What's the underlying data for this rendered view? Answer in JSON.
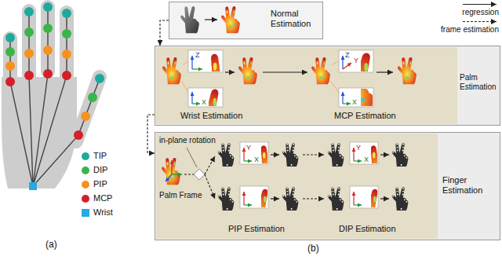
{
  "diagram": {
    "nodes": [
      {
        "text": [
          "Normal Estimation"
        ]
      },
      {
        "text": [
          "Palm Estimation"
        ]
      },
      {
        "text": [
          "Finger Estimation"
        ]
      }
    ],
    "edges": [
      {
        "from": 0,
        "to": 1,
        "arrow": "to"
      },
      {
        "from": 1,
        "to": 2,
        "arrow": "to"
      }
    ],
    "labels": [
      "(a)",
      "(b)",
      "Wrist Estimation",
      "MCP Estimation",
      "in-plane rotation",
      "Palm Frame",
      "PIP Estimation",
      "DIP Estimation",
      "Z",
      "X",
      "Z",
      "Y",
      "X",
      "Y",
      "X",
      "Y",
      "X"
    ],
    "legend": [
      {
        "text": "regression"
      },
      {
        "text": "frame estimation"
      },
      {
        "text": "TIP",
        "color": "#1fa99c"
      },
      {
        "text": "DIP",
        "color": "#3bb54a"
      },
      {
        "text": "PIP",
        "color": "#f6921e"
      },
      {
        "text": "MCP",
        "color": "#d42027"
      },
      {
        "text": "Wrist",
        "color": "#27a9e1"
      }
    ]
  }
}
